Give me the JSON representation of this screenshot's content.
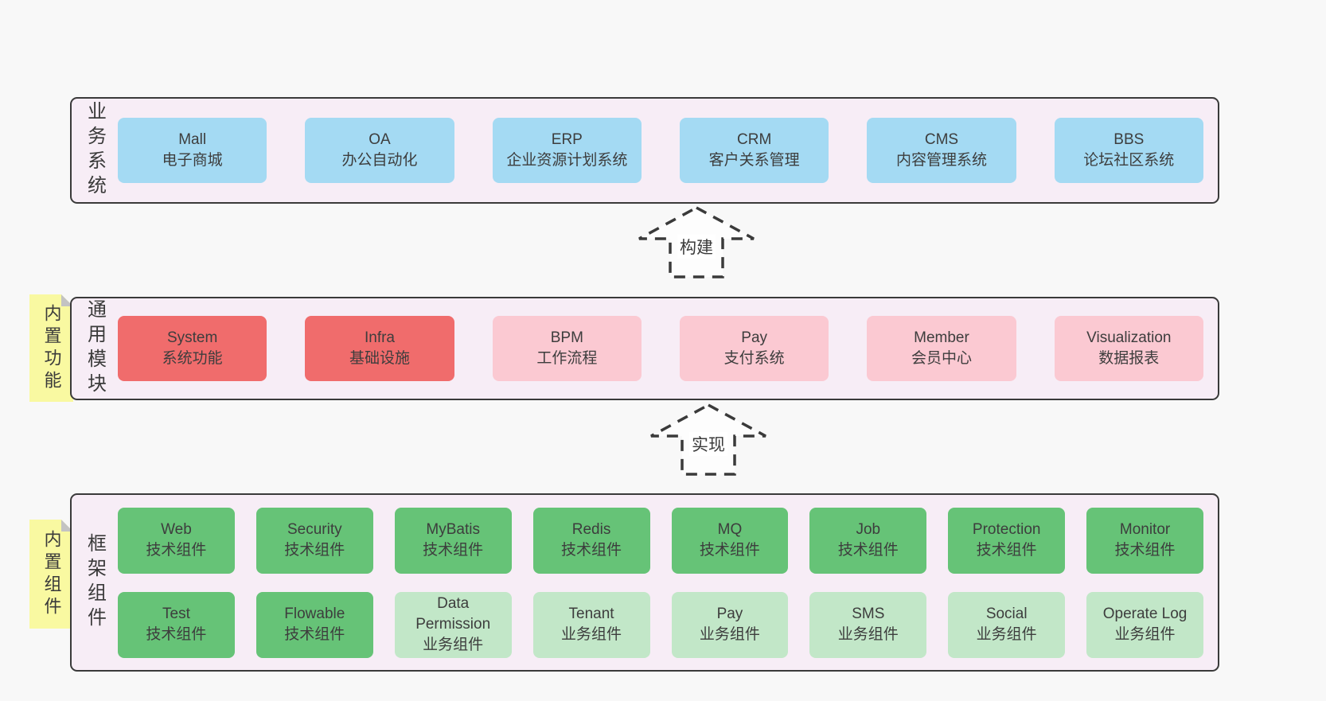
{
  "colors": {
    "page_bg": "#f8f8f8",
    "band_bg": "#f7edf6",
    "band_border": "#3a3a3a",
    "blue": "#a4daf3",
    "red": "#f06c6c",
    "pink": "#fbc9d2",
    "green_dark": "#66c377",
    "green_light": "#c2e7c8",
    "yellow": "#f9f9a1",
    "fold_gray": "#c3c3c3",
    "text": "#3d3d3d"
  },
  "stickies": [
    {
      "label": "内置功能"
    },
    {
      "label": "内置组件"
    }
  ],
  "arrows": [
    {
      "label": "构建"
    },
    {
      "label": "实现"
    }
  ],
  "bands": [
    {
      "label": "业务系统",
      "boxes": [
        {
          "title": "Mall",
          "subtitle": "电子商城"
        },
        {
          "title": "OA",
          "subtitle": "办公自动化"
        },
        {
          "title": "ERP",
          "subtitle": "企业资源计划系统"
        },
        {
          "title": "CRM",
          "subtitle": "客户关系管理"
        },
        {
          "title": "CMS",
          "subtitle": "内容管理系统"
        },
        {
          "title": "BBS",
          "subtitle": "论坛社区系统"
        }
      ]
    },
    {
      "label": "通用模块",
      "boxes": [
        {
          "title": "System",
          "subtitle": "系统功能"
        },
        {
          "title": "Infra",
          "subtitle": "基础设施"
        },
        {
          "title": "BPM",
          "subtitle": "工作流程"
        },
        {
          "title": "Pay",
          "subtitle": "支付系统"
        },
        {
          "title": "Member",
          "subtitle": "会员中心"
        },
        {
          "title": "Visualization",
          "subtitle": "数据报表"
        }
      ]
    },
    {
      "label": "框架组件",
      "rows": [
        [
          {
            "title": "Web",
            "subtitle": "技术组件"
          },
          {
            "title": "Security",
            "subtitle": "技术组件"
          },
          {
            "title": "MyBatis",
            "subtitle": "技术组件"
          },
          {
            "title": "Redis",
            "subtitle": "技术组件"
          },
          {
            "title": "MQ",
            "subtitle": "技术组件"
          },
          {
            "title": "Job",
            "subtitle": "技术组件"
          },
          {
            "title": "Protection",
            "subtitle": "技术组件"
          },
          {
            "title": "Monitor",
            "subtitle": "技术组件"
          }
        ],
        [
          {
            "title": "Test",
            "subtitle": "技术组件"
          },
          {
            "title": "Flowable",
            "subtitle": "技术组件"
          },
          {
            "title": "Data Permission",
            "subtitle": "业务组件"
          },
          {
            "title": "Tenant",
            "subtitle": "业务组件"
          },
          {
            "title": "Pay",
            "subtitle": "业务组件"
          },
          {
            "title": "SMS",
            "subtitle": "业务组件"
          },
          {
            "title": "Social",
            "subtitle": "业务组件"
          },
          {
            "title": "Operate Log",
            "subtitle": "业务组件"
          }
        ]
      ]
    }
  ]
}
